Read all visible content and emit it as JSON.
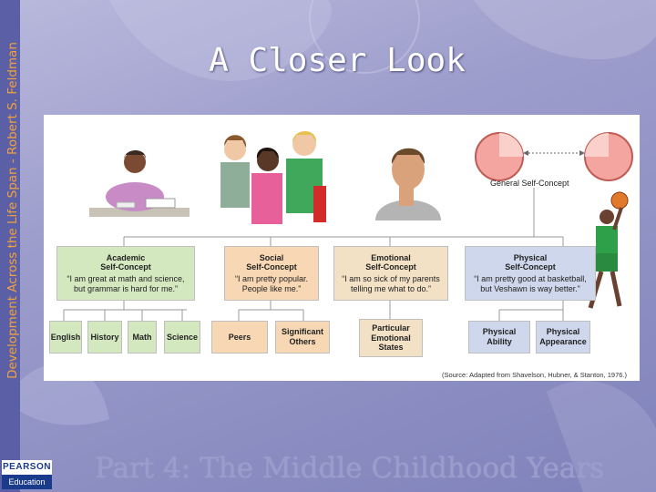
{
  "sidebar": {
    "text": "Development Across the Life Span - Robert S. Feldman"
  },
  "slide": {
    "title": "A Closer Look"
  },
  "diagram": {
    "root": "General Self-Concept",
    "domains": [
      {
        "name": "Academic\nSelf-Concept",
        "quote": "“I am great at math and science,\nbut grammar is hard for me.”"
      },
      {
        "name": "Social\nSelf-Concept",
        "quote": "“I am pretty popular.\nPeople like me.”"
      },
      {
        "name": "Emotional\nSelf-Concept",
        "quote": "“I am so sick of my parents\ntelling me what to do.”"
      },
      {
        "name": "Physical\nSelf-Concept",
        "quote": "“I am pretty good at basketball,\nbut Veshawn is way better.”"
      }
    ],
    "academic_sub": [
      "English",
      "History",
      "Math",
      "Science"
    ],
    "social_sub": [
      "Peers",
      "Significant\nOthers"
    ],
    "emotional_sub": [
      "Particular\nEmotional\nStates"
    ],
    "physical_sub": [
      "Physical\nAbility",
      "Physical\nAppearance"
    ],
    "source": "(Source: Adapted from Shavelson, Hubner, & Stanton, 1976.)"
  },
  "footer": {
    "text": "Part 4: The Middle Childhood Years"
  },
  "logo": {
    "top": "PEARSON",
    "bottom": "Education"
  }
}
